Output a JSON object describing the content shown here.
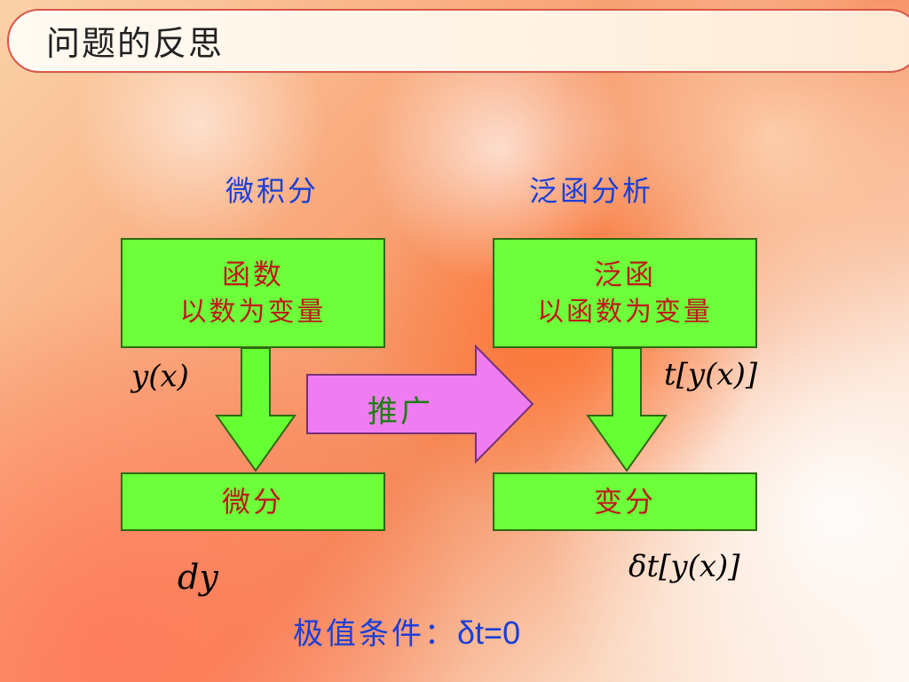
{
  "title": "问题的反思",
  "left": {
    "label": "微积分",
    "top_box": {
      "line1": "函数",
      "line2": "以数为变量"
    },
    "bottom_box": {
      "line1": "微分"
    },
    "expr_top": "y(x)",
    "expr_bottom": "dy"
  },
  "right": {
    "label": "泛函分析",
    "top_box": {
      "line1": "泛函",
      "line2": "以函数为变量"
    },
    "bottom_box": {
      "line1": "变分"
    },
    "expr_top": "t[y(x)]",
    "expr_bottom": "δt[y(x)]"
  },
  "middle_arrow": {
    "label": "推广"
  },
  "condition": {
    "prefix": "极值条件：",
    "value": "δt=0"
  },
  "colors": {
    "box_fill": "#6cff3a",
    "box_text": "#c0181a",
    "arrow_green": "#66ff33",
    "arrow_magenta": "#f07cf2",
    "label_blue": "#1a3fd8"
  }
}
